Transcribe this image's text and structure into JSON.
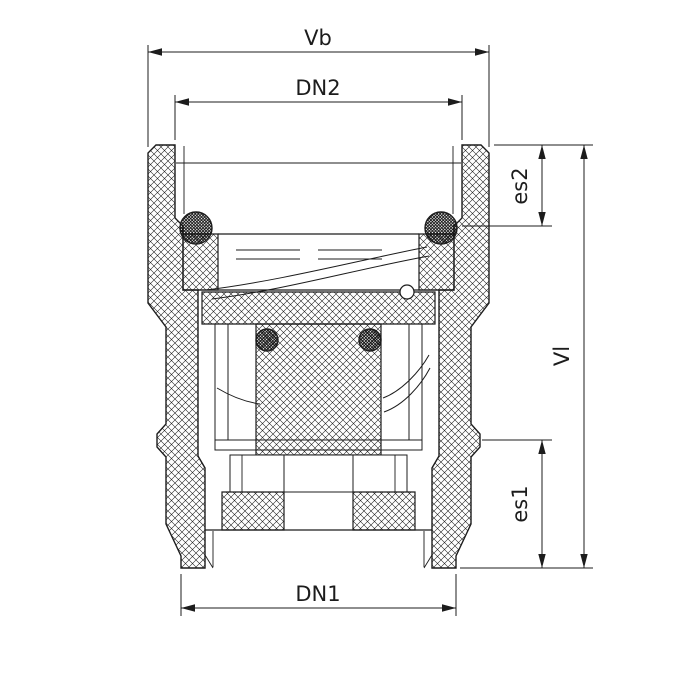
{
  "drawing": {
    "kind": "valve-cross-section",
    "background": "#ffffff",
    "ink": "#1c1c1c",
    "labels": {
      "vb": "Vb",
      "dn2": "DN2",
      "es2": "es2",
      "vl": "Vl",
      "es1": "es1",
      "dn1": "DN1"
    }
  }
}
